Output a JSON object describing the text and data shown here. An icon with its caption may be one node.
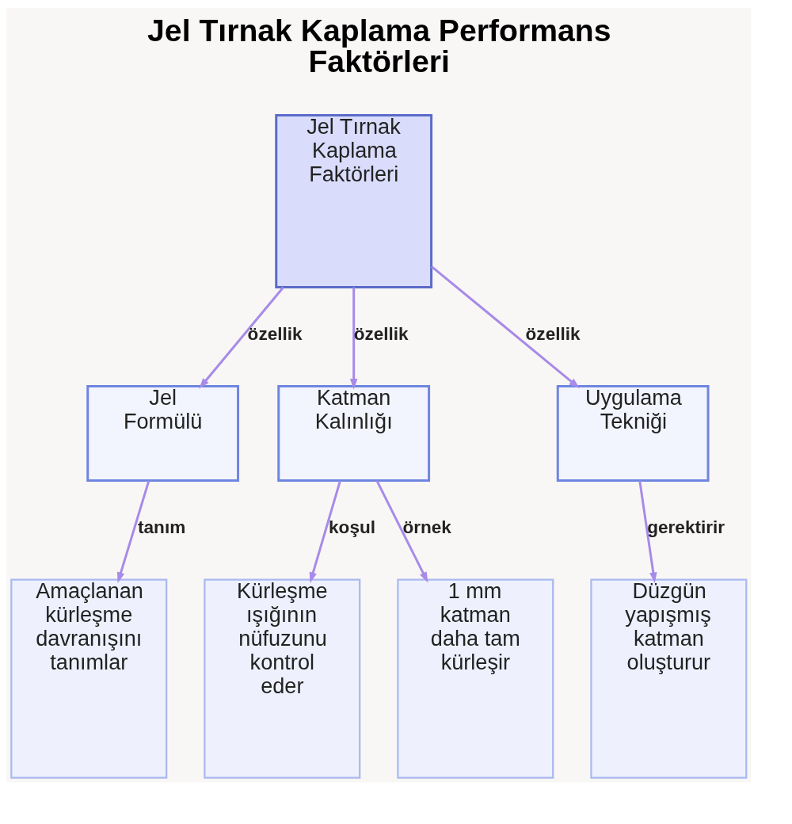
{
  "diagram": {
    "title": "Jel Tırnak Kaplama Performans Faktörleri",
    "nodes": [
      {
        "text": [
          "Jel Tırnak Kaplama Faktörleri"
        ]
      },
      {
        "text": [
          "Jel Formülü"
        ]
      },
      {
        "text": [
          "Katman Kalınlığı"
        ]
      },
      {
        "text": [
          "Uygulama Tekniği"
        ]
      },
      {
        "text": [
          "Amaçlanan kürleşme davranışını tanımlar"
        ]
      },
      {
        "text": [
          "Kürleşme ışığının nüfuzunu kontrol eder"
        ]
      },
      {
        "text": [
          "1 mm katman daha tam kürleşir"
        ]
      },
      {
        "text": [
          "Düzgün yapışmış katman oluşturur"
        ]
      }
    ],
    "edges": [
      {
        "from": 0,
        "to": 1,
        "arrow": "to",
        "label": "özellik"
      },
      {
        "from": 0,
        "to": 2,
        "arrow": "to",
        "label": "özellik"
      },
      {
        "from": 0,
        "to": 3,
        "arrow": "to",
        "label": "özellik"
      },
      {
        "from": 1,
        "to": 4,
        "arrow": "to",
        "label": "tanım"
      },
      {
        "from": 2,
        "to": 5,
        "arrow": "to",
        "label": "koşul"
      },
      {
        "from": 2,
        "to": 6,
        "arrow": "to",
        "label": "örnek"
      },
      {
        "from": 3,
        "to": 7,
        "arrow": "to",
        "label": "gerektirir"
      }
    ]
  }
}
